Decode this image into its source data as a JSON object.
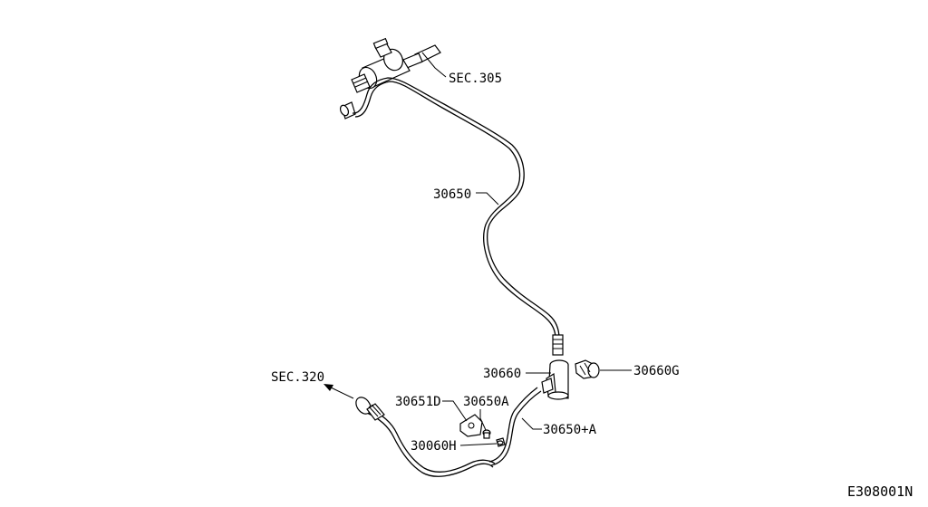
{
  "labels": {
    "sec305": "SEC.305",
    "sec320": "SEC.320",
    "p30650": "30650",
    "p30660": "30660",
    "p30660G": "30660G",
    "p30651D": "30651D",
    "p30650A": "30650A",
    "p30650plusA": "30650+A",
    "p30060H": "30060H"
  },
  "diagram_code": "E308001N"
}
